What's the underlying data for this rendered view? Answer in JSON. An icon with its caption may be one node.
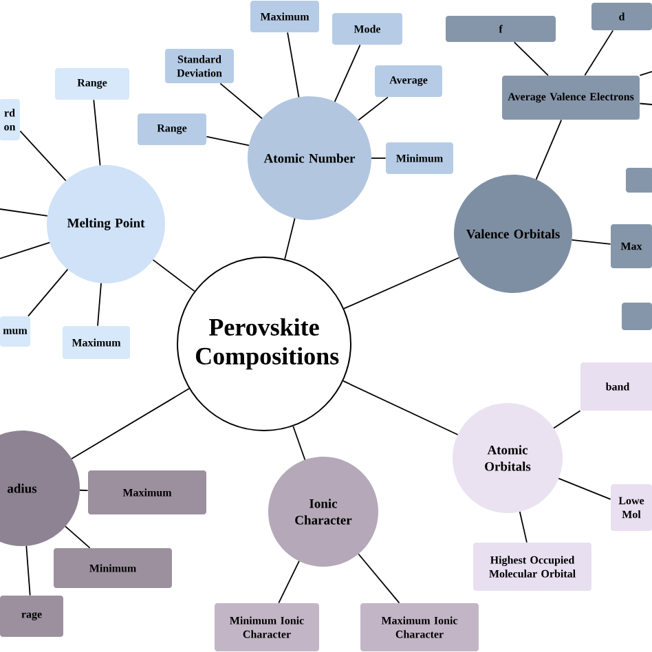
{
  "diagram": {
    "nodes": [
      {
        "text": [
          "Perovskite Compositions"
        ]
      },
      {
        "text": [
          "Atomic Number"
        ]
      },
      {
        "text": [
          "Maximum"
        ]
      },
      {
        "text": [
          "Standard Deviation"
        ]
      },
      {
        "text": [
          "Range"
        ]
      },
      {
        "text": [
          "Mode"
        ]
      },
      {
        "text": [
          "Average"
        ]
      },
      {
        "text": [
          "Minimum"
        ]
      },
      {
        "text": [
          "Melting Point"
        ]
      },
      {
        "text": [
          "Range"
        ]
      },
      {
        "text": [
          "rd on"
        ]
      },
      {
        "text": [
          "mum"
        ]
      },
      {
        "text": [
          "Maximum"
        ]
      },
      {
        "text": [
          "Valence Orbitals"
        ]
      },
      {
        "text": [
          "Average Valence Electrons"
        ]
      },
      {
        "text": [
          "f"
        ]
      },
      {
        "text": [
          "d"
        ]
      },
      {
        "text": [],
        "shape": "box"
      },
      {
        "text": [
          "Max"
        ]
      },
      {
        "text": [],
        "shape": "box"
      },
      {
        "text": [
          "adius"
        ]
      },
      {
        "text": [
          "Maximum"
        ]
      },
      {
        "text": [
          "Minimum"
        ]
      },
      {
        "text": [
          "rage"
        ]
      },
      {
        "text": [
          "Ionic Character"
        ]
      },
      {
        "text": [
          "Minimum Ionic Character"
        ]
      },
      {
        "text": [
          "Maximum Ionic Character"
        ]
      },
      {
        "text": [
          "Atomic Orbitals"
        ]
      },
      {
        "text": [
          "band"
        ]
      },
      {
        "text": [
          "Lowe Mol"
        ]
      },
      {
        "text": [
          "Highest Occupied Molecular Orbital"
        ]
      }
    ],
    "edges": [
      {
        "from": 0,
        "to": 1,
        "arrow": "none"
      },
      {
        "from": 0,
        "to": 8,
        "arrow": "none"
      },
      {
        "from": 0,
        "to": 13,
        "arrow": "none"
      },
      {
        "from": 0,
        "to": 20,
        "arrow": "none"
      },
      {
        "from": 0,
        "to": 24,
        "arrow": "none"
      },
      {
        "from": 0,
        "to": 27,
        "arrow": "none"
      },
      {
        "from": 1,
        "to": 2,
        "arrow": "none"
      },
      {
        "from": 1,
        "to": 3,
        "arrow": "none"
      },
      {
        "from": 1,
        "to": 4,
        "arrow": "none"
      },
      {
        "from": 1,
        "to": 5,
        "arrow": "none"
      },
      {
        "from": 1,
        "to": 6,
        "arrow": "none"
      },
      {
        "from": 1,
        "to": 7,
        "arrow": "none"
      },
      {
        "from": 8,
        "to": 9,
        "arrow": "none"
      },
      {
        "from": 8,
        "to": 10,
        "arrow": "none"
      },
      {
        "from": 8,
        "to": null,
        "arrow": "none"
      },
      {
        "from": 8,
        "to": null,
        "arrow": "none"
      },
      {
        "from": 8,
        "to": 11,
        "arrow": "none"
      },
      {
        "from": 8,
        "to": 12,
        "arrow": "none"
      },
      {
        "from": 13,
        "to": 14,
        "arrow": "none"
      },
      {
        "from": 13,
        "to": 18,
        "arrow": "none"
      },
      {
        "from": 14,
        "to": 15,
        "arrow": "none"
      },
      {
        "from": 14,
        "to": 16,
        "arrow": "none"
      },
      {
        "from": 14,
        "to": null,
        "arrow": "none"
      },
      {
        "from": 14,
        "to": null,
        "arrow": "none"
      },
      {
        "from": 20,
        "to": 21,
        "arrow": "none"
      },
      {
        "from": 20,
        "to": 22,
        "arrow": "none"
      },
      {
        "from": 20,
        "to": 23,
        "arrow": "none"
      },
      {
        "from": 24,
        "to": 25,
        "arrow": "none"
      },
      {
        "from": 24,
        "to": 26,
        "arrow": "none"
      },
      {
        "from": 27,
        "to": 28,
        "arrow": "none"
      },
      {
        "from": 27,
        "to": 29,
        "arrow": "none"
      },
      {
        "from": 27,
        "to": 30,
        "arrow": "none"
      }
    ]
  }
}
